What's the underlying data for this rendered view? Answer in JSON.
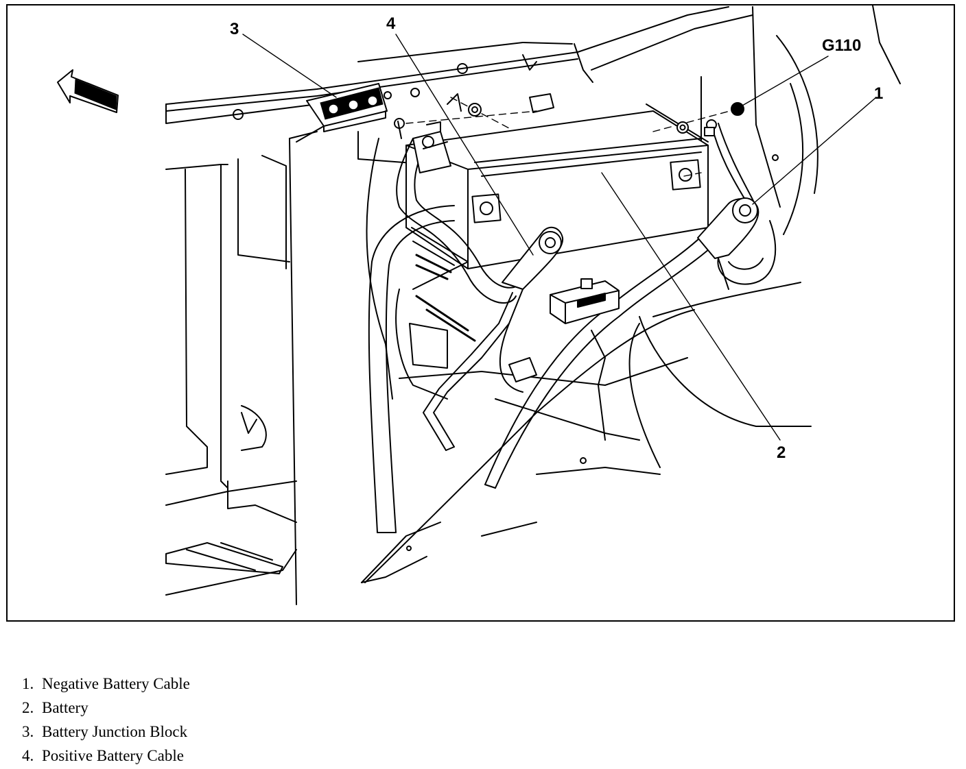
{
  "callouts": {
    "c1": "1",
    "c2": "2",
    "c3": "3",
    "c4": "4",
    "ground": "G110"
  },
  "legend": [
    {
      "num": "1.",
      "text": "Negative Battery Cable"
    },
    {
      "num": "2.",
      "text": "Battery"
    },
    {
      "num": "3.",
      "text": "Battery Junction Block"
    },
    {
      "num": "4.",
      "text": "Positive Battery Cable"
    }
  ]
}
